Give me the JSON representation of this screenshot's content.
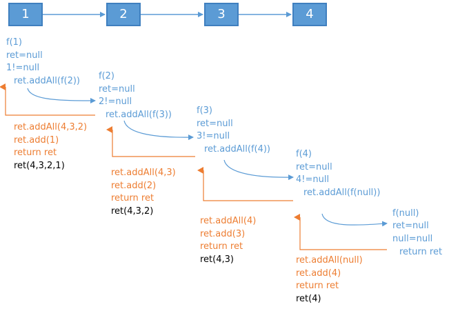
{
  "nodes": [
    "1",
    "2",
    "3",
    "4"
  ],
  "frames": [
    {
      "call": "f(1)",
      "ret_init": "ret=null",
      "check": "1!=null",
      "recurse": "ret.addAll(f(2))"
    },
    {
      "call": "f(2)",
      "ret_init": "ret=null",
      "check": "2!=null",
      "recurse": "ret.addAll(f(3))"
    },
    {
      "call": "f(3)",
      "ret_init": "ret=null",
      "check": "3!=null",
      "recurse": "ret.addAll(f(4))"
    },
    {
      "call": "f(4)",
      "ret_init": "ret=null",
      "check": "4!=null",
      "recurse": "ret.addAll(f(null))"
    },
    {
      "call": "f(null)",
      "ret_init": "ret=null",
      "check": "null=null",
      "recurse": "return ret"
    }
  ],
  "returns": [
    {
      "add_all": "ret.addAll(4,3,2)",
      "add": "ret.add(1)",
      "ret_stmt": "return ret",
      "result": "ret(4,3,2,1)"
    },
    {
      "add_all": "ret.addAll(4,3)",
      "add": "ret.add(2)",
      "ret_stmt": "return ret",
      "result": "ret(4,3,2)"
    },
    {
      "add_all": "ret.addAll(4)",
      "add": "ret.add(3)",
      "ret_stmt": "return ret",
      "result": "ret(4,3)"
    },
    {
      "add_all": "ret.addAll(null)",
      "add": "ret.add(4)",
      "ret_stmt": "return ret",
      "result": "ret(4)"
    }
  ],
  "colors": {
    "node_fill": "#5b9bd5",
    "call_text": "#5b9bd5",
    "return_text": "#ed7d31",
    "result_text": "#000000"
  }
}
